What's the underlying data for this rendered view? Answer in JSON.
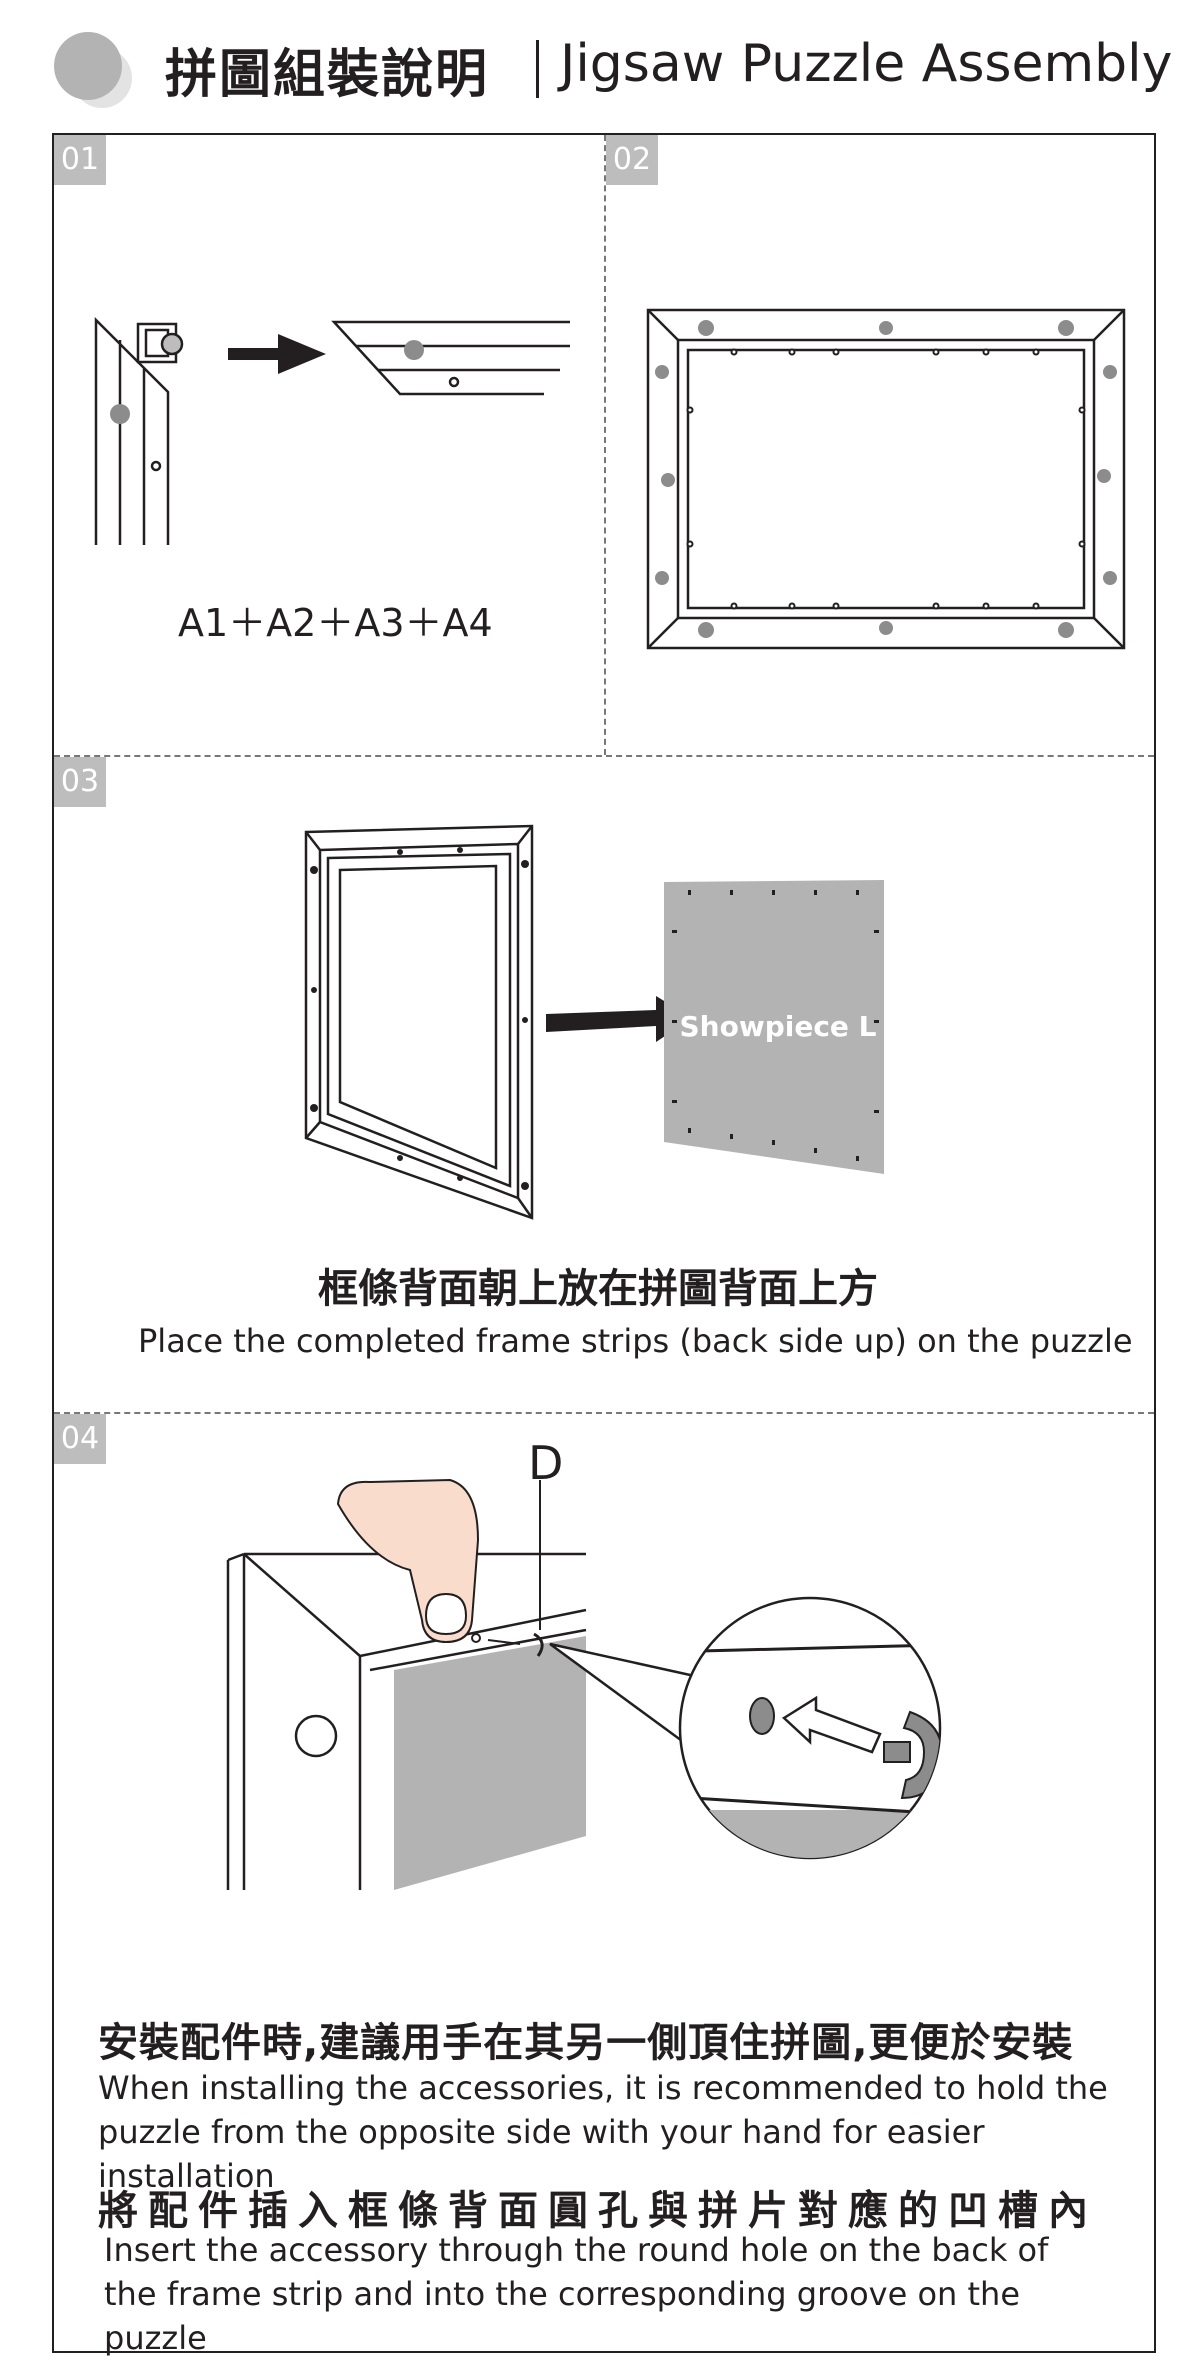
{
  "header": {
    "title_zh": "拼圖組裝說明",
    "title_en": "Jigsaw Puzzle Assembly"
  },
  "steps": [
    {
      "number": "01",
      "label": "A1＋A2＋A3＋A4"
    },
    {
      "number": "02"
    },
    {
      "number": "03",
      "poster_text": "Showpiece L",
      "caption_zh": "框條背面朝上放在拼圖背面上方",
      "caption_en": "Place the completed frame strips (back side up) on the puzzle"
    },
    {
      "number": "04",
      "callout_letter": "D",
      "caption_zh_1": "安裝配件時,建議用手在其另一側頂住拼圖,更便於安裝",
      "caption_en_1": "When installing the accessories, it is recommended to hold the puzzle from the opposite side with your hand for easier installation",
      "caption_zh_2": "將配件插入框條背面圓孔與拼片對應的凹槽內",
      "caption_en_2": "Insert the accessory through the round hole on the back of the frame strip and into the corresponding groove on the puzzle"
    }
  ],
  "colors": {
    "ink": "#231f20",
    "badge_gray": "#bdbdbd",
    "puzzle_gray": "#b3b3b3",
    "skin": "#f9dccb"
  }
}
